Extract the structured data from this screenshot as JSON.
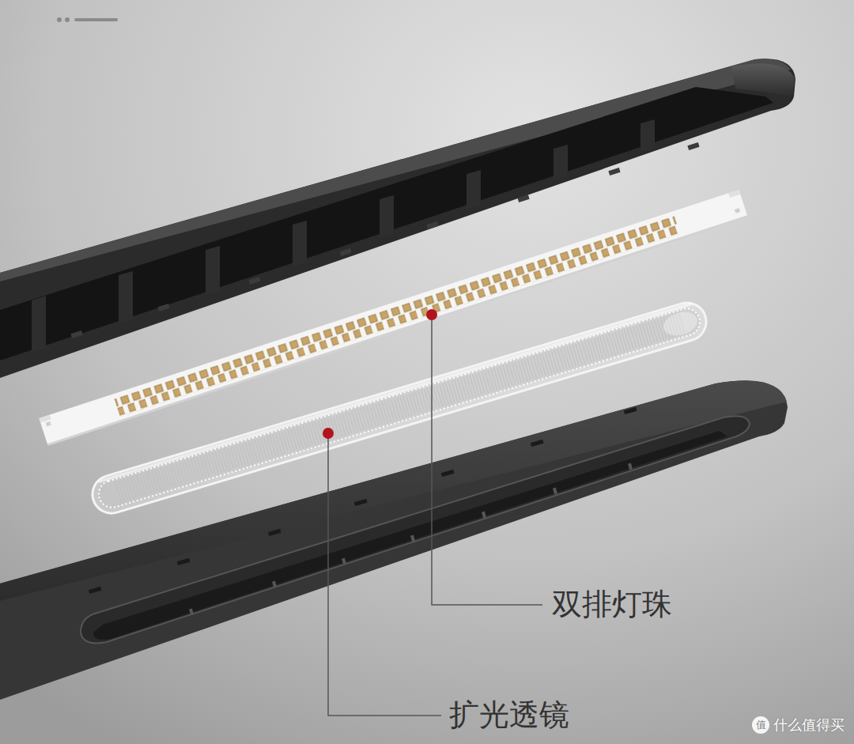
{
  "diagram": {
    "labels": [
      "双排灯珠",
      "扩光透镜",
      "值",
      "什么值得买"
    ]
  }
}
